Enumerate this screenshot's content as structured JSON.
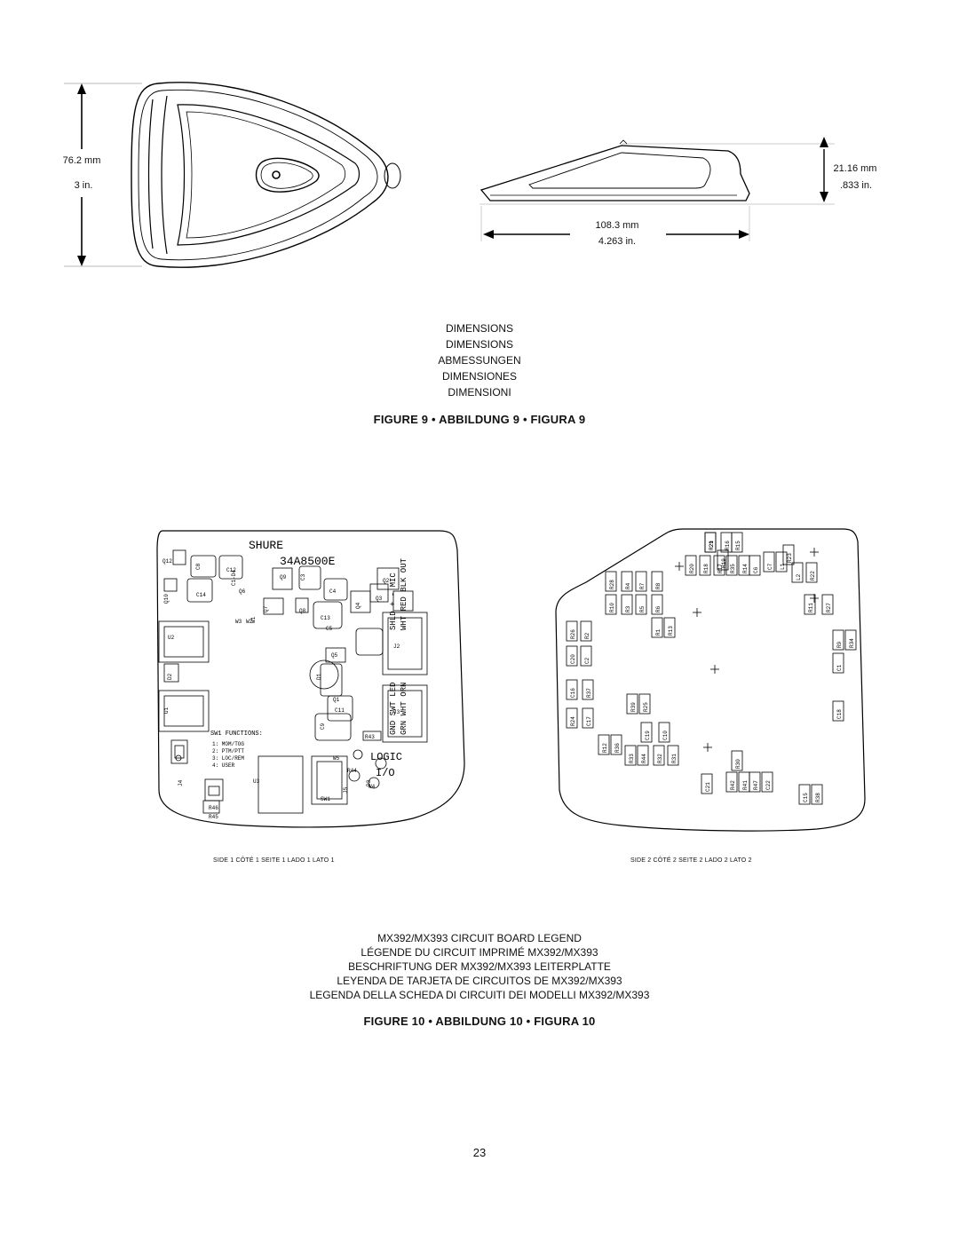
{
  "figure9": {
    "front_view": {
      "height_mm": "76.2 mm",
      "height_in": "3 in."
    },
    "side_view": {
      "height_mm": "21.16 mm",
      "height_in": ".833 in.",
      "length_mm": "108.3 mm",
      "length_in": "4.263 in."
    },
    "captions": [
      "DIMENSIONS",
      "DIMENSIONS",
      "ABMESSUNGEN",
      "DIMENSIONES",
      "DIMENSIONI"
    ],
    "title": "FIGURE 9 • ABBILDUNG 9 • FIGURA 9"
  },
  "figure10": {
    "board1": {
      "brand": "SHURE",
      "part": "34A8500E",
      "functions_title": "SW1 FUNCTIONS:",
      "functions": [
        "1: MOM/TOG",
        "2: PTM/PTT",
        "3: LOC/REM",
        "4: USER"
      ],
      "connector_cols": [
        "SHLD + - MIC",
        "WHT RED BLK OUT"
      ],
      "led_cols": [
        "GND SWT LED",
        "GRN WHT ORN"
      ],
      "logic": "LOGIC",
      "io": "I/O",
      "labels": [
        "Q12",
        "C8",
        "C12",
        "Q9",
        "C3",
        "C4",
        "Q2",
        "Q10",
        "C14",
        "Q6",
        "Q7",
        "W3",
        "W2",
        "W1",
        "Q8",
        "C13",
        "Q4",
        "Q3",
        "U2",
        "D2",
        "C5",
        "Q5",
        "D1",
        "Q1",
        "J2",
        "U1",
        "C11",
        "J3",
        "C9",
        "R43",
        "R44",
        "D3",
        "W5",
        "W4",
        "J4",
        "U3",
        "SW1",
        "J5",
        "R46",
        "R45",
        "C1-D4"
      ],
      "side_label": "SIDE 1 CÔTÉ 1 SEITE 1 LADO 1 LATO 1"
    },
    "board2": {
      "labels": [
        "R21",
        "R16",
        "R15",
        "R23",
        "R19",
        "R20",
        "R18",
        "R17",
        "R35",
        "R14",
        "C6",
        "C7",
        "L1",
        "L2",
        "R22",
        "R28",
        "R4",
        "R7",
        "R8",
        "R10",
        "R3",
        "R5",
        "R6",
        "R11",
        "R27",
        "R26",
        "R2",
        "R1",
        "R13",
        "R9",
        "R34",
        "C20",
        "C2",
        "C1",
        "C16",
        "R37",
        "R39",
        "R25",
        "R24",
        "C17",
        "C18",
        "C19",
        "C10",
        "R12",
        "R36",
        "R33",
        "R44",
        "R32",
        "R31",
        "R30",
        "C21",
        "R42",
        "R41",
        "R47",
        "C22",
        "C15",
        "R38",
        "R29"
      ],
      "side_label": "SIDE 2 CÔTÉ 2 SEITE 2 LADO 2 LATO 2"
    },
    "captions": [
      "MX392/MX393 CIRCUIT BOARD LEGEND",
      "LÉGENDE DU CIRCUIT IMPRIMÉ MX392/MX393",
      "BESCHRIFTUNG DER MX392/MX393 LEITERPLATTE",
      "LEYENDA DE TARJETA DE CIRCUITOS DE MX392/MX393",
      "LEGENDA DELLA SCHEDA DI CIRCUITI DEI MODELLI MX392/MX393"
    ],
    "title": "FIGURE 10 • ABBILDUNG 10 • FIGURA 10"
  },
  "page_number": "23"
}
